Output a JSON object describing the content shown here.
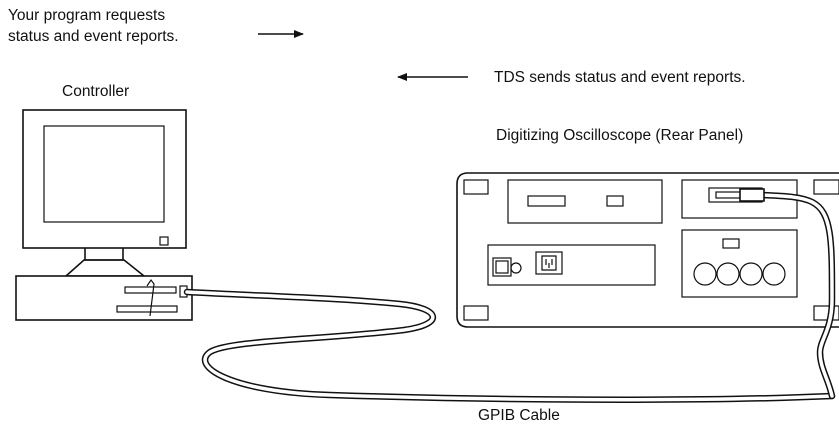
{
  "labels": {
    "request_line1": "Your program requests",
    "request_line2": "status and event reports.",
    "controller": "Controller",
    "tds_sends": "TDS sends status and event reports.",
    "oscilloscope": "Digitizing Oscilloscope (Rear Panel)",
    "cable": "GPIB Cable"
  }
}
